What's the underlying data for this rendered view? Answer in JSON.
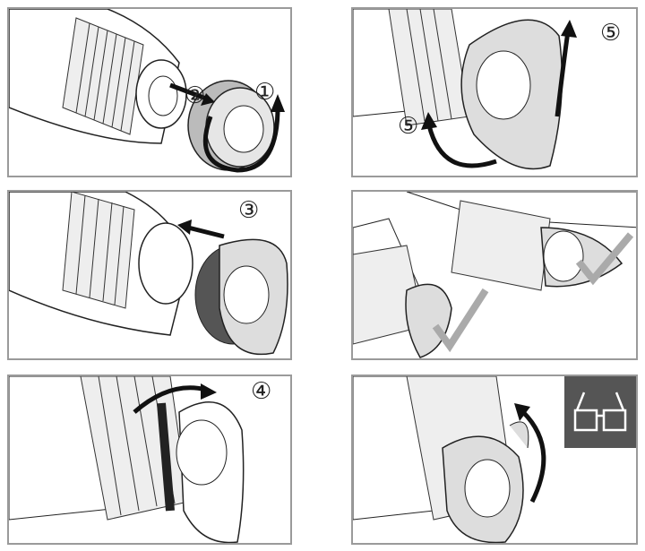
{
  "steps": {
    "step1": "①",
    "step2": "②",
    "step3": "③",
    "step4": "④",
    "step5a": "⑤",
    "step5b": "⑤"
  },
  "icons": [
    "rotate-arrow-icon",
    "push-arrow-icon",
    "checkmark-icon",
    "eyeglasses-icon"
  ],
  "colors": {
    "border": "#9a9a9a",
    "eyecup": "#d8d8d8",
    "icon_bg": "#555555",
    "check": "#aaaaaa"
  }
}
